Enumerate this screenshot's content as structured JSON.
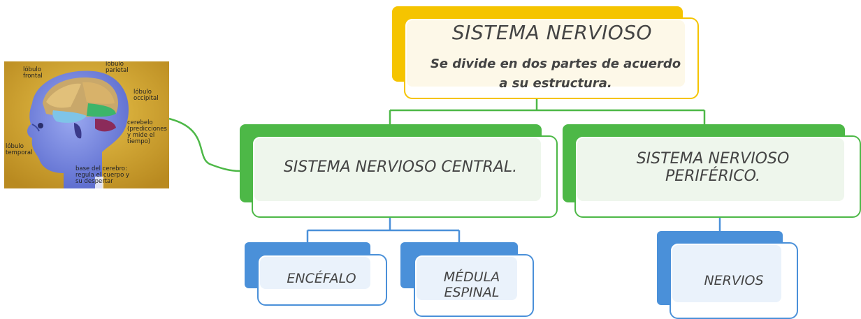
{
  "root": {
    "title": "SISTEMA NERVIOSO",
    "subtitle": "Se divide   en dos partes de acuerdo a su estructura."
  },
  "branches": {
    "central": "SISTEMA NERVIOSO  CENTRAL.",
    "peripheral": "SISTEMA NERVIOSO PERIFÉRICO."
  },
  "leaves": {
    "encefalo": "ENCÉFALO",
    "medula": "MÉDULA ESPINAL",
    "nervios": "NERVIOS"
  },
  "image": {
    "labels": {
      "frontal": "lóbulo\nfrontal",
      "parietal": "lóbulo\nparietal",
      "occipital": "lóbulo\noccipital",
      "cerebelo": "cerebelo\n(predicciones\ny mide el\ntiempo)",
      "temporal": "lóbulo\ntemporal",
      "base": "base del cerebro:\nregula el cuerpo y\nsu despertar"
    }
  },
  "colors": {
    "root": "#f5c400",
    "branch": "#4db847",
    "leaf": "#4a90d9"
  }
}
